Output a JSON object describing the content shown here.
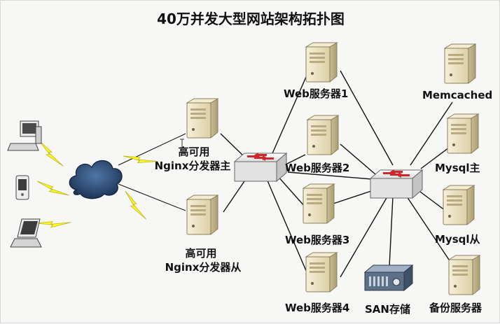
{
  "title": "40万并发大型网站架构拓扑图",
  "labels": {
    "nginx_master_line1": "高可用",
    "nginx_master_line2": "Nginx分发器主",
    "nginx_slave_line1": "高可用",
    "nginx_slave_line2": "Nginx分发器从",
    "web1": "Web服务器1",
    "web2": "Web服务器2",
    "web3": "Web服务器3",
    "web4": "Web服务器4",
    "memcached": "Memcached",
    "mysql_master": "Mysql主",
    "mysql_slave": "Mysql从",
    "backup": "备份服务器",
    "san": "SAN存储"
  },
  "colors": {
    "server_body": "#efe6c8",
    "server_shade": "#cfc39a",
    "switch_body": "#e9e9e9",
    "switch_arrow": "#d0272d",
    "lightning": "#ffff1a",
    "cloud": "#2c4e7a",
    "line": "#111111"
  }
}
